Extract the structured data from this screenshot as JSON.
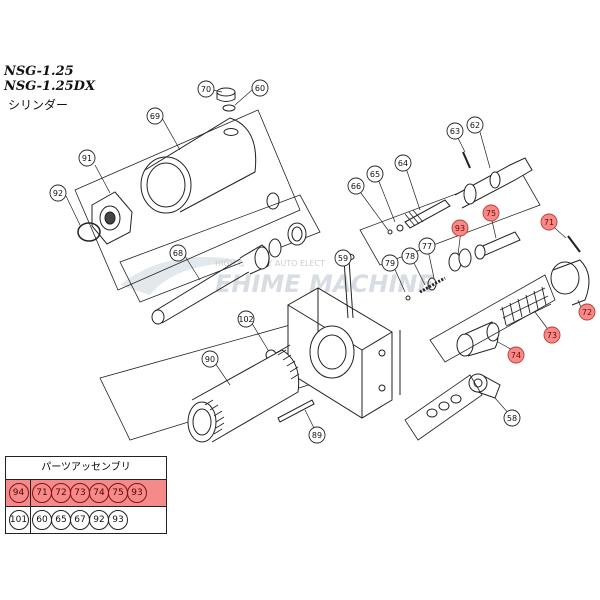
{
  "title": {
    "line1": "NSG-1.25",
    "line2": "NSG-1.25DX",
    "subtitle": "シリンダー"
  },
  "watermark": {
    "main": "EHIME MACHINE",
    "small": "HIGH QUALITY AUTO ELECT"
  },
  "callouts": [
    {
      "label": "70",
      "highlight": false
    },
    {
      "label": "60",
      "highlight": false
    },
    {
      "label": "69",
      "highlight": false
    },
    {
      "label": "91",
      "highlight": false
    },
    {
      "label": "92",
      "highlight": false
    },
    {
      "label": "68",
      "highlight": false
    },
    {
      "label": "63",
      "highlight": false
    },
    {
      "label": "62",
      "highlight": false
    },
    {
      "label": "64",
      "highlight": false
    },
    {
      "label": "65",
      "highlight": false
    },
    {
      "label": "66",
      "highlight": false
    },
    {
      "label": "59",
      "highlight": false
    },
    {
      "label": "79",
      "highlight": false
    },
    {
      "label": "78",
      "highlight": false
    },
    {
      "label": "77",
      "highlight": false
    },
    {
      "label": "93",
      "highlight": true
    },
    {
      "label": "75",
      "highlight": true
    },
    {
      "label": "71",
      "highlight": true
    },
    {
      "label": "72",
      "highlight": true
    },
    {
      "label": "73",
      "highlight": true
    },
    {
      "label": "74",
      "highlight": true
    },
    {
      "label": "102",
      "highlight": false
    },
    {
      "label": "90",
      "highlight": false
    },
    {
      "label": "89",
      "highlight": false
    },
    {
      "label": "58",
      "highlight": false
    }
  ],
  "parts_table": {
    "header": "パーツアッセンブリ",
    "rows": [
      {
        "lead": "94",
        "items": [
          "71",
          "72",
          "73",
          "74",
          "75",
          "93"
        ],
        "highlight": true
      },
      {
        "lead": "101",
        "items": [
          "60",
          "65",
          "67",
          "92",
          "93"
        ],
        "highlight": false
      }
    ]
  },
  "colors": {
    "highlight_fill": "#f48a8a",
    "highlight_stroke": "#c0392b",
    "line": "#222222",
    "watermark": "#d7dde3"
  }
}
